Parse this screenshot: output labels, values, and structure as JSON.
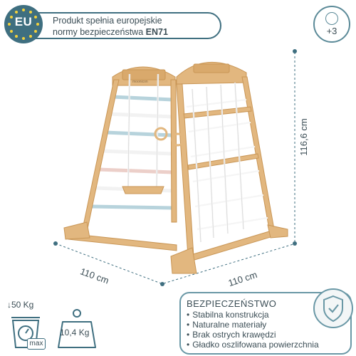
{
  "eu_badge": {
    "code": "EU",
    "line1": "Produkt spełnia europejskie",
    "line2_prefix": "normy bezpieczeństwa ",
    "line2_norm": "EN71"
  },
  "age": {
    "label": "+3"
  },
  "dimensions": {
    "height": "116,6 cm",
    "width_left": "110 cm",
    "width_right": "110 cm"
  },
  "weight": {
    "max_load": "50 Kg",
    "max_tag": "max",
    "product_weight": "10,4 Kg"
  },
  "safety": {
    "title": "BEZPIECZEŃSTWO",
    "items": [
      "Stabilna konstrukcja",
      "Naturalne materiały",
      "Brak ostrych krawędzi",
      "Gładko oszlifowana powierzchnia"
    ]
  },
  "product": {
    "engraving": "moonicon"
  },
  "colors": {
    "accent": "#3f6f80",
    "wood": "#e2b77f",
    "rung_blue": "#b7d3dc",
    "rung_pink": "#eccfc9",
    "rung_white": "#f2f2f2"
  }
}
